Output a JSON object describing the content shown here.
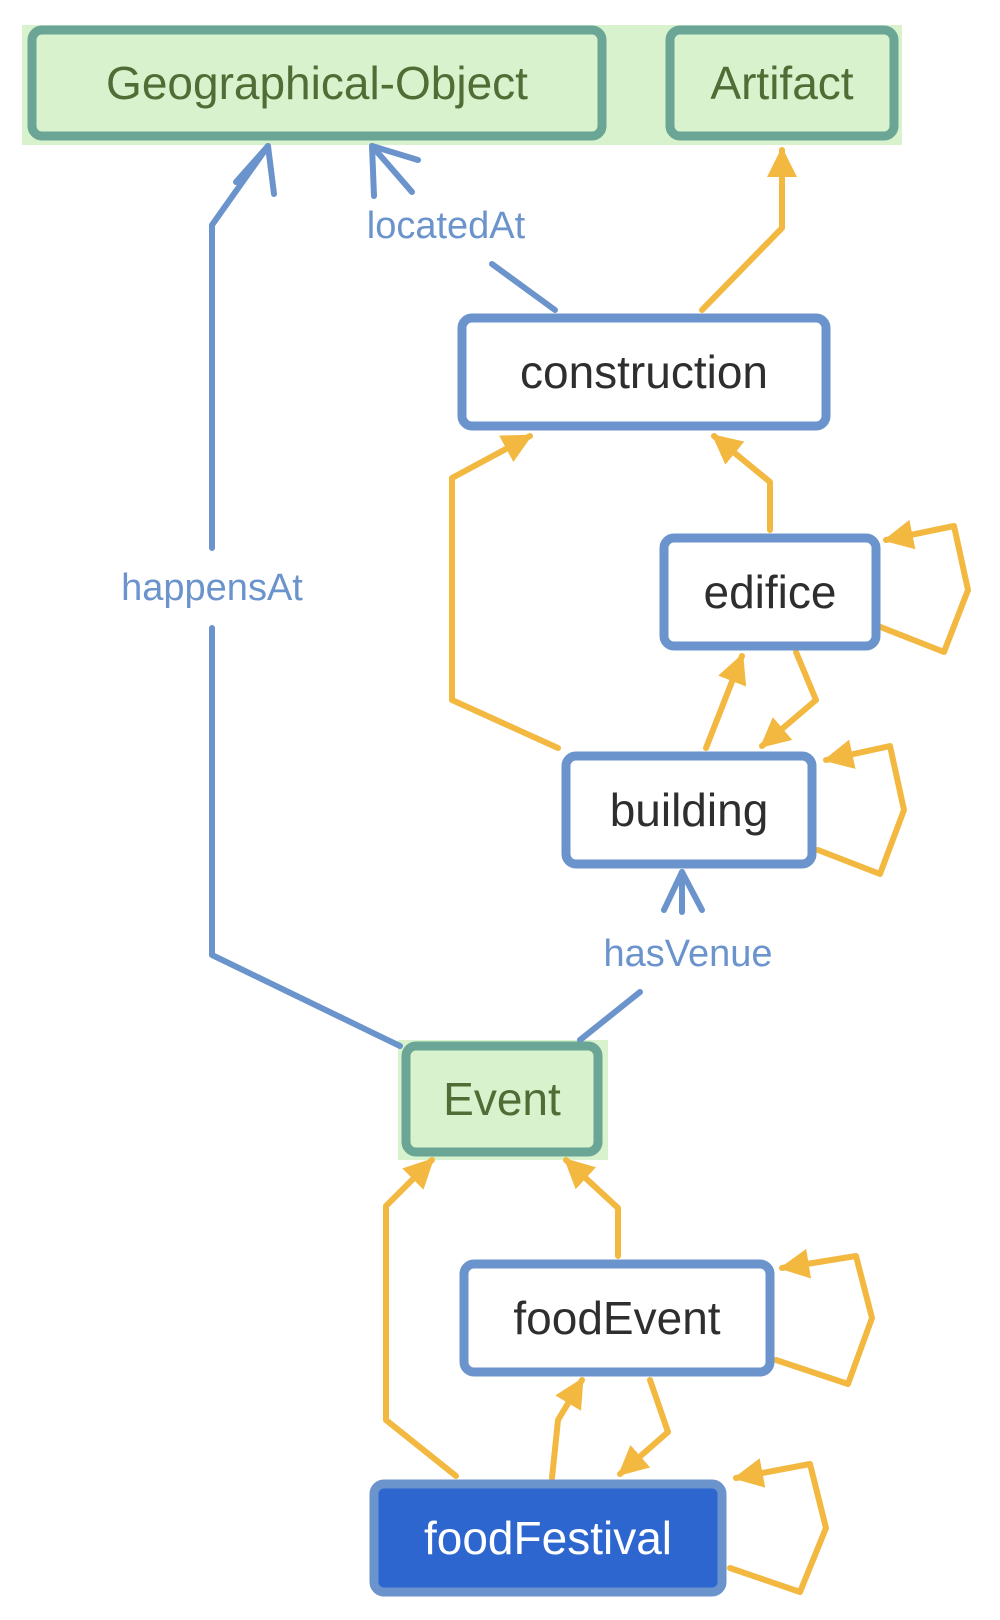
{
  "colors": {
    "blue_edge": "#6b93cc",
    "yellow_edge": "#f2b840",
    "green_fill": "#d7f2cc",
    "green_border": "#6aa596",
    "green_text": "#4f6d35",
    "white_fill": "#ffffff",
    "node_text": "#2e2e2e",
    "highlight_fill": "#2d66cf",
    "highlight_text": "#ffffff"
  },
  "nodes": {
    "geographical_object": "Geographical-Object",
    "artifact": "Artifact",
    "construction": "construction",
    "edifice": "edifice",
    "building": "building",
    "event": "Event",
    "food_event": "foodEvent",
    "food_festival": "foodFestival"
  },
  "edge_labels": {
    "located_at": "locatedAt",
    "happens_at": "happensAt",
    "has_venue": "hasVenue"
  }
}
